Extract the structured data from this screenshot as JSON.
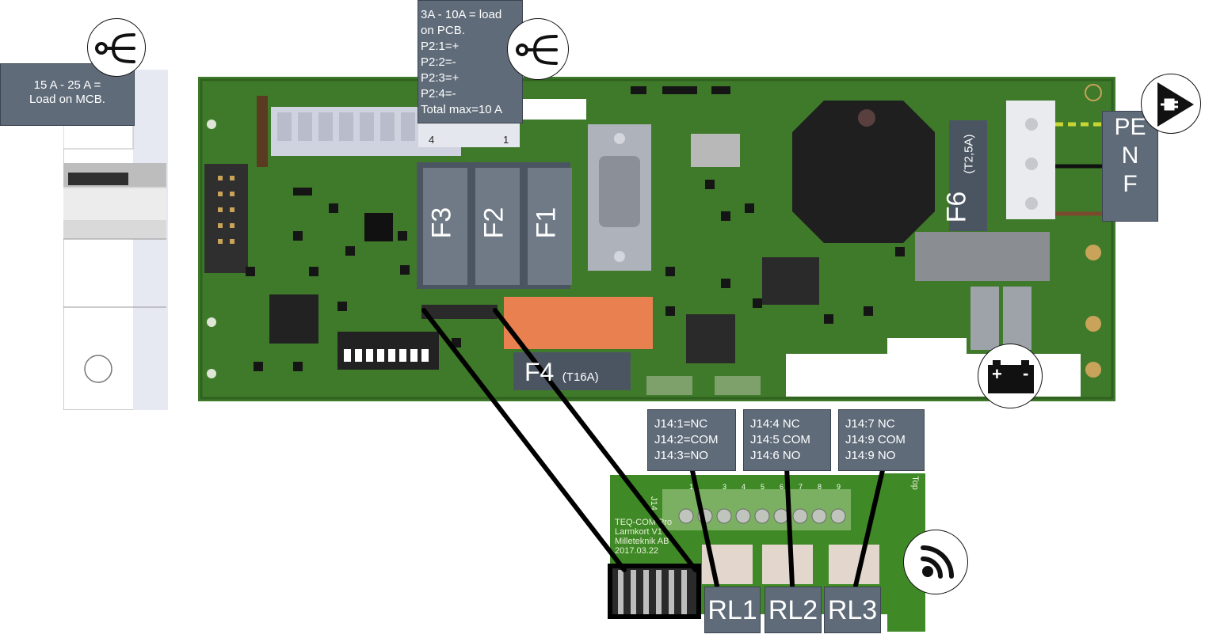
{
  "mcb_note": "15 A - 25 A =\nLoad on MCB.",
  "pcb_load_note": "3A - 10A = load\non PCB.\nP2:1=+\nP2:2=-\nP2:3=+\nP2:4=-\nTotal max=10 A",
  "p2_pin_4": "4",
  "p2_pin_1": "1",
  "fuses": {
    "f3": "F3",
    "f2": "F2",
    "f1": "F1",
    "f6": "F6",
    "f6_rating": "(T2,5A)",
    "f4": "F4",
    "f4_rating": "(T16A)"
  },
  "power_terminals": [
    "PE",
    "N",
    "F"
  ],
  "relay_contacts": [
    "J14:1=NC\nJ14:2=COM\nJ14:3=NO",
    "J14:4 NC\nJ14:5 COM\nJ14:6 NO",
    "J14:7 NC\nJ14:9 COM\nJ14:9 NO"
  ],
  "relays": [
    "RL1",
    "RL2",
    "RL3"
  ],
  "battery": {
    "plus": "+",
    "minus": "-"
  },
  "relay_board": {
    "silkscreen": "TEQ-COM Pro\nLarmkort V1\nMilleteknik AB\n2017.03.22",
    "top": "Top",
    "connector": "J14",
    "pin_numbers": [
      "1",
      "3",
      "4",
      "5",
      "6",
      "7",
      "8",
      "9"
    ]
  },
  "icons": [
    "distribution-icon",
    "distribution-icon",
    "power-plug-icon",
    "battery-icon",
    "wireless-icon"
  ],
  "colors": {
    "pcb": "#3f7a2a",
    "label": "#5f6b79",
    "relay_plate": "#e98050"
  }
}
